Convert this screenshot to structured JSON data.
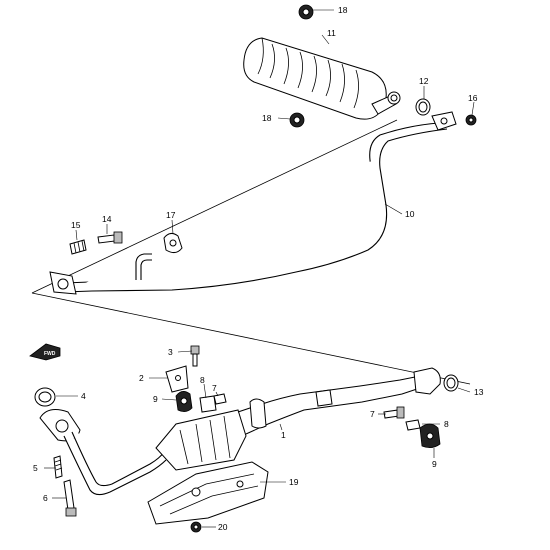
{
  "callouts": {
    "c1": "1",
    "c2": "2",
    "c3": "3",
    "c4": "4",
    "c5": "5",
    "c6": "6",
    "c7a": "7",
    "c7b": "7",
    "c8a": "8",
    "c8b": "8",
    "c9a": "9",
    "c9b": "9",
    "c10": "10",
    "c11": "11",
    "c12": "12",
    "c13": "13",
    "c14": "14",
    "c15": "15",
    "c16": "16",
    "c17": "17",
    "c18a": "18",
    "c18b": "18",
    "c19": "19",
    "c20": "20"
  },
  "front_arrow": {
    "icon": "front-arrow-icon"
  }
}
